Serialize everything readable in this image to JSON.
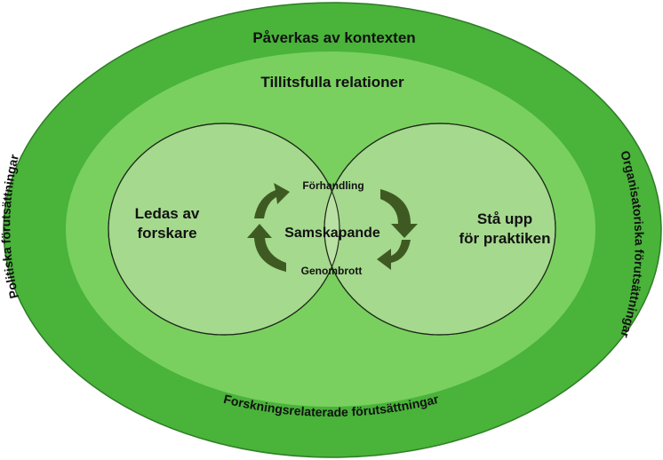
{
  "outer_ring": {
    "top_label": "Påverkas av kontexten",
    "left_label": "Politiska förutsättningar",
    "right_label": "Organisatoriska förutsättningar",
    "bottom_label": "Forskningsrelaterade förutsättningar",
    "color": "#49b33a"
  },
  "middle_ring": {
    "label": "Tillitsfulla relationer",
    "color": "#79d05f"
  },
  "venn": {
    "left_circle_label_line1": "Ledas av",
    "left_circle_label_line2": "forskare",
    "right_circle_label_line1": "Stå upp",
    "right_circle_label_line2": "för praktiken",
    "circle_fill": "#a5d98e",
    "overlap_fill": "#b9e1a3"
  },
  "center": {
    "title": "Samskapande",
    "top_label": "Förhandling",
    "bottom_label": "Genombrott",
    "arrow_color": "#3e5a22"
  }
}
